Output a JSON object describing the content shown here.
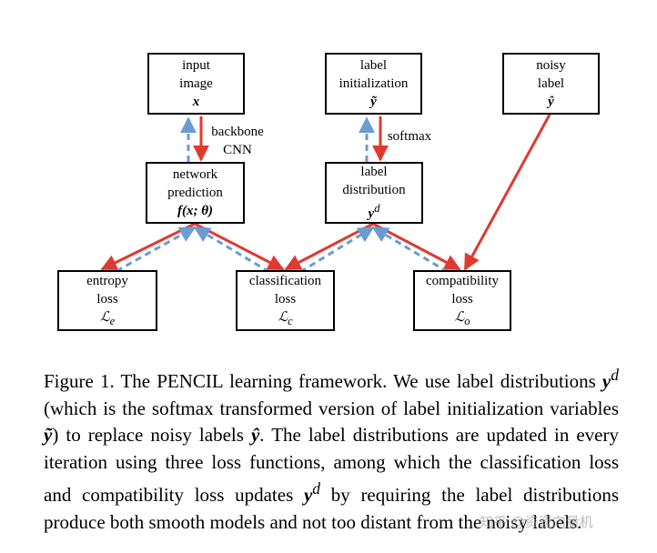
{
  "nodes": {
    "input_image": {
      "line1": "input",
      "line2": "image",
      "math": "x"
    },
    "label_init": {
      "line1": "label",
      "line2": "initialization",
      "math": "ỹ"
    },
    "noisy_label": {
      "line1": "noisy",
      "line2": "label",
      "math": "ŷ"
    },
    "network_prediction": {
      "line1": "network",
      "line2": "prediction",
      "math": "f(x; θ)"
    },
    "label_distribution": {
      "line1": "label",
      "line2": "distribution",
      "math": "y",
      "math_sup": "d"
    },
    "entropy_loss": {
      "line1": "entropy",
      "line2": "loss",
      "math": "ℒ",
      "math_sub": "e"
    },
    "classification_loss": {
      "line1": "classification",
      "line2": "loss",
      "math": "ℒ",
      "math_sub": "c"
    },
    "compatibility_loss": {
      "line1": "compatibility",
      "line2": "loss",
      "math": "ℒ",
      "math_sub": "o"
    }
  },
  "edge_labels": {
    "backbone_line1": "backbone",
    "backbone_line2": "CNN",
    "softmax": "softmax"
  },
  "colors": {
    "forward_arrow": "#e0392f",
    "backward_arrow": "#6a9bd1"
  },
  "caption": {
    "p1": "Figure 1. The PENCIL learning framework.  We use label distributions ",
    "m1": "y",
    "m1_sup": "d",
    "p2": " (which is the softmax transformed version of label initialization variables ",
    "m2": "ỹ",
    "p3": ") to replace noisy labels ",
    "m3": "ŷ",
    "p4": ". The label distributions are updated in every iteration using three loss functions, among which the classification loss and compatibility loss updates ",
    "m4": "y",
    "m4_sup": "d",
    "p5": " by requiring the label distributions produce both smooth models and not too distant from the noisy labels."
  },
  "watermark": "知乎 @资瓷向量机"
}
